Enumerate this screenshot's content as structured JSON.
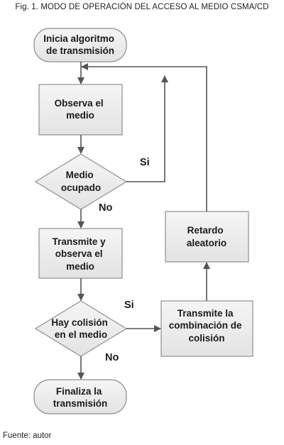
{
  "caption": "Fig. 1. MODO DE OPERACIÓN DEL ACCESO AL MEDIO CSMA/CD",
  "source": "Fuente: autor",
  "nodes": {
    "start": [
      "Inicia algoritmo",
      "de transmisión"
    ],
    "observe": [
      "Observa el",
      "medio"
    ],
    "busy": [
      "Medio",
      "ocupado"
    ],
    "transmit": [
      "Transmite y",
      "observa el",
      "medio"
    ],
    "collision": [
      "Hay colisión",
      "en el medio"
    ],
    "end": [
      "Finaliza la",
      "transmisión"
    ],
    "jam": [
      "Transmite la",
      "combinación de",
      "colisión"
    ],
    "backoff": [
      "Retardo",
      "aleatorio"
    ]
  },
  "edges": {
    "busy_yes": "Si",
    "busy_no": "No",
    "collision_yes": "Si",
    "collision_no": "No"
  },
  "colors": {
    "fill": "#ececec",
    "stroke": "#8f8f8f",
    "arrow": "#555555"
  }
}
